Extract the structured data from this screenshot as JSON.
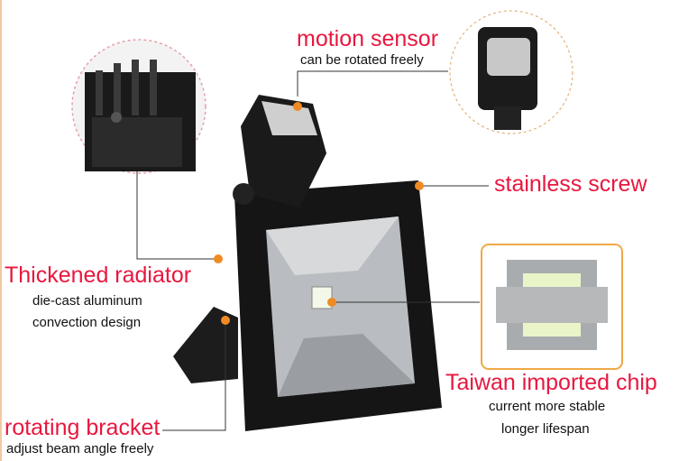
{
  "colors": {
    "accent_red": "#e8173f",
    "marker_orange": "#f08a24",
    "housing": "#151515",
    "reflector": "#b9bcc0"
  },
  "callouts": {
    "motion_sensor": {
      "title": "motion sensor",
      "desc": "can be rotated freely"
    },
    "stainless_screw": {
      "title": "stainless screw"
    },
    "radiator": {
      "title": "Thickened radiator",
      "desc1": "die-cast aluminum",
      "desc2": "convection design"
    },
    "chip": {
      "title": "Taiwan imported chip",
      "desc1": "current more stable",
      "desc2": "longer lifespan"
    },
    "bracket": {
      "title": "rotating bracket",
      "desc": "adjust beam angle freely"
    }
  }
}
